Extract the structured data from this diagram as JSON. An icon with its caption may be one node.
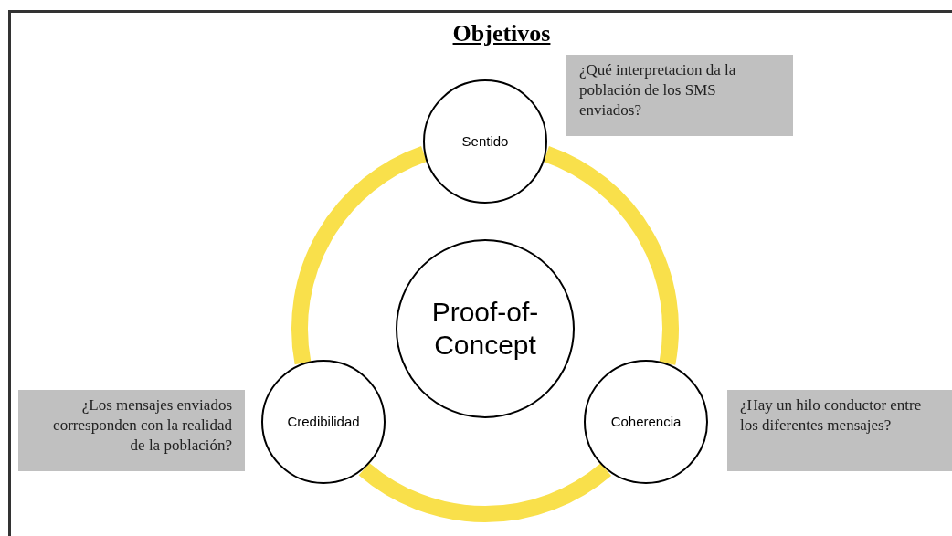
{
  "diagram": {
    "title": "Objetivos",
    "nodes": [
      {
        "text": [
          "Sentido"
        ]
      },
      {
        "text": [
          "Proof-of-Concept"
        ]
      },
      {
        "text": [
          "Credibilidad"
        ]
      },
      {
        "text": [
          "Coherencia"
        ]
      },
      {
        "text": [
          "¿Qué interpretacion da la población de los SMS enviados?"
        ]
      },
      {
        "text": [
          "¿Los mensajes enviados corresponden con la realidad de la población?"
        ]
      },
      {
        "text": [
          "¿Hay un hilo conductor entre los diferentes mensajes?"
        ]
      }
    ],
    "edges": [
      {
        "from": 0,
        "to": 3,
        "arrow": "none"
      },
      {
        "from": 3,
        "to": 2,
        "arrow": "none"
      },
      {
        "from": 2,
        "to": 0,
        "arrow": "none"
      }
    ]
  }
}
